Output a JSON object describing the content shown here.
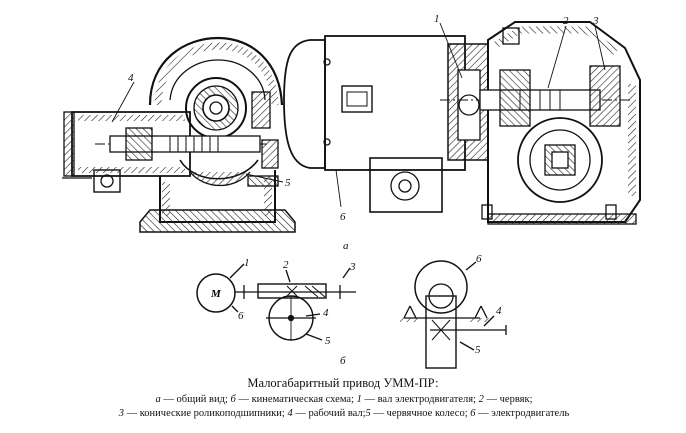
{
  "figure": {
    "view_a_label": "а",
    "view_b_label": "б",
    "callouts": {
      "c1": "1",
      "c2": "2",
      "c3": "3",
      "c4": "4",
      "c5": "5",
      "c6": "6"
    },
    "motor_symbol": "M",
    "caption": {
      "title": "Малогабаритный привод УММ-ПР:",
      "legend": [
        {
          "key": "а",
          "text": " — общий вид; "
        },
        {
          "key": "б",
          "text": " — кинематическая схема; "
        },
        {
          "key": "1",
          "text": " — вал электродвигателя; "
        },
        {
          "key": "2",
          "text": " — червяк; "
        },
        {
          "key": "3",
          "text": " — конические роликоподшипники; "
        },
        {
          "key": "4",
          "text": " — рабочий вал;"
        },
        {
          "key": "5",
          "text": " — червячное колесо; "
        },
        {
          "key": "6",
          "text": " — электродвигатель"
        }
      ]
    }
  }
}
